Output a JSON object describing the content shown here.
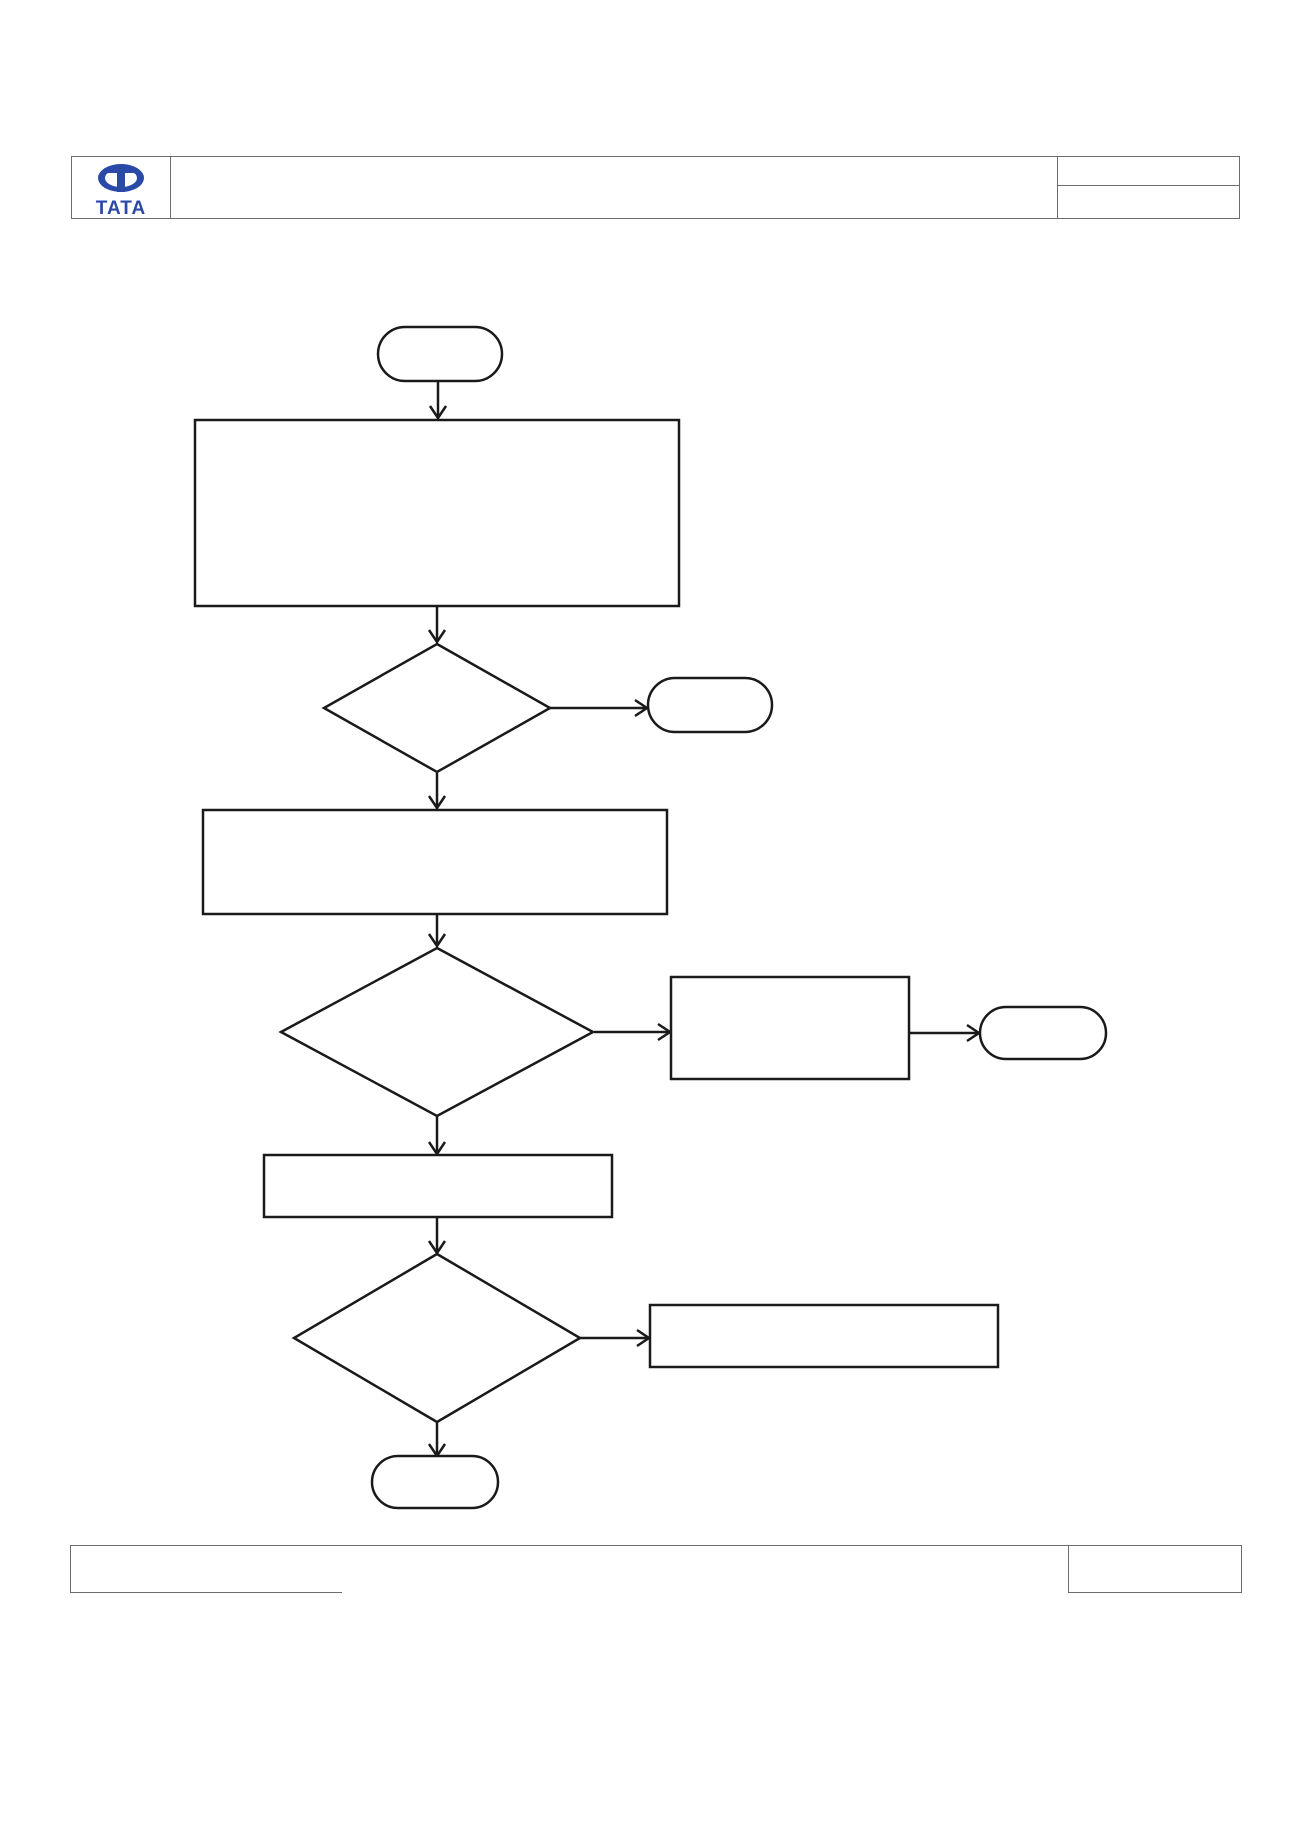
{
  "header": {
    "logo_text": "TATA",
    "title": "",
    "ref_top": "",
    "ref_bottom": ""
  },
  "footer": {
    "left": "",
    "center": "",
    "right": ""
  },
  "colors": {
    "logo_blue": "#2b4aa8",
    "line": "#1a1a1a",
    "frame": "#6d6d6d"
  },
  "flowchart": {
    "nodes": [
      {
        "id": "start",
        "shape": "terminator",
        "label": ""
      },
      {
        "id": "process-1",
        "shape": "process",
        "label": ""
      },
      {
        "id": "decision-1",
        "shape": "decision",
        "label": ""
      },
      {
        "id": "end-1",
        "shape": "terminator",
        "label": ""
      },
      {
        "id": "process-2",
        "shape": "process",
        "label": ""
      },
      {
        "id": "decision-2",
        "shape": "decision",
        "label": ""
      },
      {
        "id": "process-3",
        "shape": "process",
        "label": ""
      },
      {
        "id": "end-2",
        "shape": "terminator",
        "label": ""
      },
      {
        "id": "process-4",
        "shape": "process",
        "label": ""
      },
      {
        "id": "decision-3",
        "shape": "decision",
        "label": ""
      },
      {
        "id": "process-5",
        "shape": "process",
        "label": ""
      },
      {
        "id": "end-3",
        "shape": "terminator",
        "label": ""
      }
    ],
    "edges": [
      {
        "from": "start",
        "to": "process-1"
      },
      {
        "from": "process-1",
        "to": "decision-1"
      },
      {
        "from": "decision-1",
        "to": "end-1"
      },
      {
        "from": "decision-1",
        "to": "process-2"
      },
      {
        "from": "process-2",
        "to": "decision-2"
      },
      {
        "from": "decision-2",
        "to": "process-3"
      },
      {
        "from": "process-3",
        "to": "end-2"
      },
      {
        "from": "decision-2",
        "to": "process-4"
      },
      {
        "from": "process-4",
        "to": "decision-3"
      },
      {
        "from": "decision-3",
        "to": "process-5"
      },
      {
        "from": "decision-3",
        "to": "end-3"
      }
    ]
  }
}
